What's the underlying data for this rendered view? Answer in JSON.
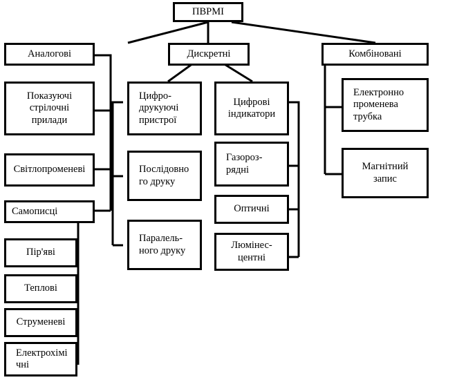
{
  "diagram": {
    "title_text": "ПВРМІ",
    "line_color": "#000000",
    "box_border_color": "#000000",
    "box_fill_color": "#ffffff",
    "background_color": "#ffffff",
    "root": {
      "id": "root",
      "label": "ПВРМІ"
    },
    "level2": [
      {
        "id": "analog",
        "label": "Аналогові"
      },
      {
        "id": "discrete",
        "label": "Дискретні"
      },
      {
        "id": "combined",
        "label": "Комбіновані"
      }
    ],
    "analog_children": [
      {
        "id": "pointer-instruments",
        "label": "Показуючі\nстрілочні\nприлади"
      },
      {
        "id": "light-beam",
        "label": "Світлопроменеві"
      },
      {
        "id": "self-recorders",
        "label": "Самописці"
      }
    ],
    "self_recorder_children": [
      {
        "id": "pen-type",
        "label": "Пір'яві"
      },
      {
        "id": "thermal",
        "label": "Теплові"
      },
      {
        "id": "jet",
        "label": "Струменеві"
      },
      {
        "id": "electrochemical",
        "label": "Електрохімі\nчні"
      }
    ],
    "discrete_children": [
      {
        "id": "digital-printing-devices",
        "label": "Цифро-\nдрукуючі\nпристрої"
      },
      {
        "id": "digital-indicators",
        "label": "Цифрові\nіндикатори"
      }
    ],
    "printing_children": [
      {
        "id": "serial-print",
        "label": "Послідовно\nго друку"
      },
      {
        "id": "parallel-print",
        "label": "Паралель-\nного друку"
      }
    ],
    "indicator_children": [
      {
        "id": "gas-discharge",
        "label": "Газороз-\nрядні"
      },
      {
        "id": "optical",
        "label": "Оптичні"
      },
      {
        "id": "luminescent",
        "label": "Люмінес-\nцентні"
      }
    ],
    "combined_children": [
      {
        "id": "crt",
        "label": "Електронно\nпроменева\nтрубка"
      },
      {
        "id": "magnetic-record",
        "label": "Магнітний\nзапис"
      }
    ]
  }
}
